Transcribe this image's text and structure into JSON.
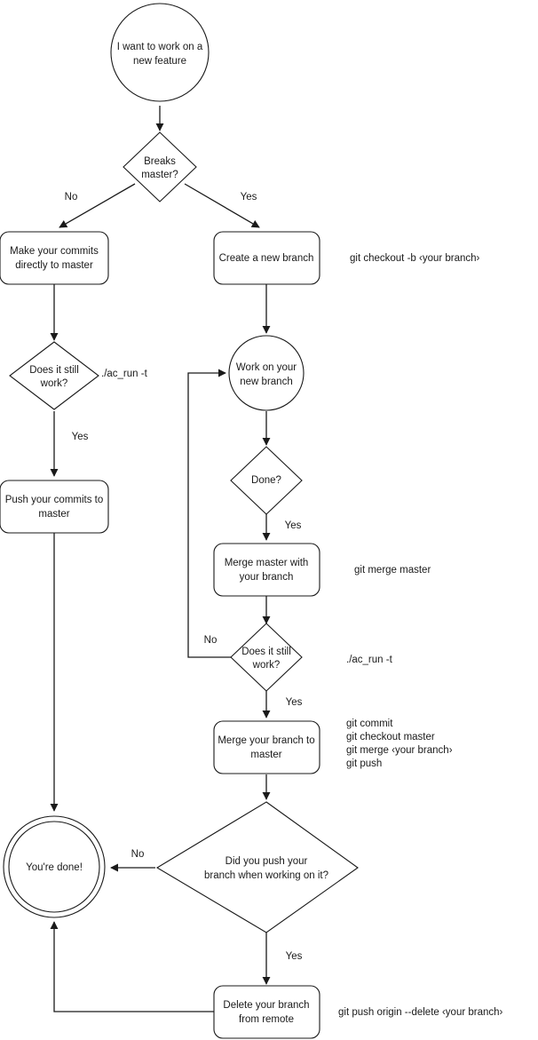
{
  "diagram": {
    "title": "Git branching workflow flowchart",
    "background_color": "#ffffff",
    "stroke_color": "#1a1a1a"
  },
  "nodes": {
    "start": {
      "label_line1": "I want to work on a",
      "label_line2": "new feature",
      "shape": "circle"
    },
    "breaks_master": {
      "label_line1": "Breaks",
      "label_line2": "master?",
      "shape": "diamond"
    },
    "make_commits": {
      "label_line1": "Make your commits",
      "label_line2": "directly to master",
      "shape": "rounded-rect"
    },
    "create_branch": {
      "label_line1": "Create a new branch",
      "label_line2": "",
      "shape": "rounded-rect"
    },
    "left_does_it_work": {
      "label_line1": "Does it still",
      "label_line2": "work?",
      "shape": "diamond"
    },
    "work_on_branch": {
      "label_line1": "Work on your",
      "label_line2": "new branch",
      "shape": "circle"
    },
    "push_commits": {
      "label_line1": "Push your commits to",
      "label_line2": "master",
      "shape": "rounded-rect"
    },
    "done_q": {
      "label_line1": "Done?",
      "label_line2": "",
      "shape": "diamond"
    },
    "merge_master_with_branch": {
      "label_line1": "Merge master with",
      "label_line2": "your branch",
      "shape": "rounded-rect"
    },
    "right_does_it_work": {
      "label_line1": "Does it still",
      "label_line2": "work?",
      "shape": "diamond"
    },
    "merge_branch_to_master": {
      "label_line1": "Merge your branch to",
      "label_line2": "master",
      "shape": "rounded-rect"
    },
    "youre_done": {
      "label_line1": "You're done!",
      "label_line2": "",
      "shape": "double-circle"
    },
    "did_you_push": {
      "label_line1": "Did you push your",
      "label_line2": "branch when working on it?",
      "shape": "diamond"
    },
    "delete_branch": {
      "label_line1": "Delete your branch",
      "label_line2": "from remote",
      "shape": "rounded-rect"
    }
  },
  "edge_labels": {
    "breaks_no": "No",
    "breaks_yes": "Yes",
    "left_work_yes": "Yes",
    "done_yes": "Yes",
    "right_work_no": "No",
    "right_work_yes": "Yes",
    "did_push_no": "No",
    "did_push_yes": "Yes"
  },
  "annotations": {
    "create_branch_cmd": "git checkout -b ‹your branch›",
    "left_test_cmd": "./ac_run -t",
    "merge_master_cmd": "git merge master",
    "right_test_cmd": "./ac_run -t",
    "merge_to_master_cmd_1": "git commit",
    "merge_to_master_cmd_2": "git checkout master",
    "merge_to_master_cmd_3": "git merge ‹your branch›",
    "merge_to_master_cmd_4": "git push",
    "delete_branch_cmd": "git push origin --delete ‹your branch›"
  }
}
